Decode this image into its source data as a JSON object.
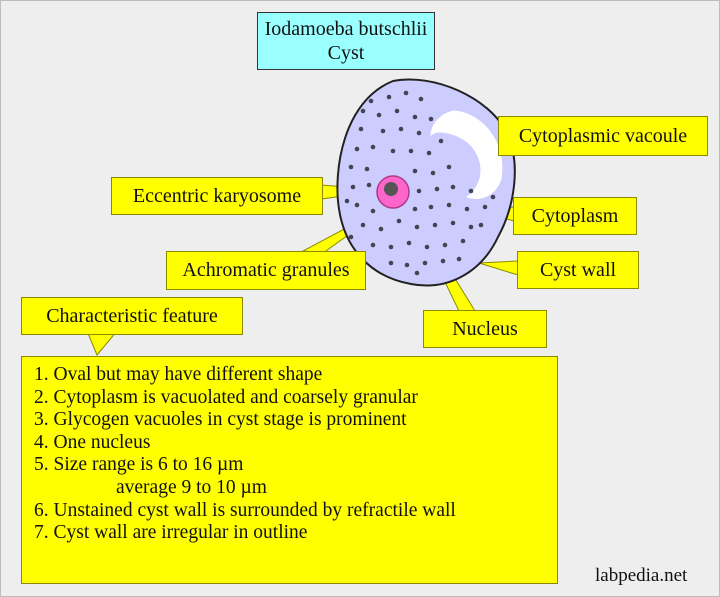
{
  "title": {
    "line1": "Iodamoeba butschlii",
    "line2": "Cyst"
  },
  "labels": {
    "cytoplasmic_vacuole": "Cytoplasmic vacoule",
    "eccentric_karyosome": "Eccentric karyosome",
    "cytoplasm": "Cytoplasm",
    "achromatic_granules": "Achromatic granules",
    "cyst_wall": "Cyst wall",
    "nucleus": "Nucleus",
    "characteristic_feature": "Characteristic feature"
  },
  "features": [
    "1. Oval but may have different shape",
    "2. Cytoplasm is vacuolated and coarsely granular",
    "3. Glycogen vacuoles in cyst stage is prominent",
    "4. One nucleus",
    "5. Size range is 6 to 16 µm",
    "average 9 to 10 µm",
    "6. Unstained cyst wall is surrounded by refractile wall",
    "7. Cyst wall are irregular in outline"
  ],
  "credit": "labpedia.net",
  "colors": {
    "label_fill": "#ffff00",
    "title_fill": "#99ffff",
    "cyst_fill": "#ccccff",
    "nucleus_fill": "#ff66cc",
    "vacuole_fill": "#ffffff",
    "granule": "#444455"
  }
}
